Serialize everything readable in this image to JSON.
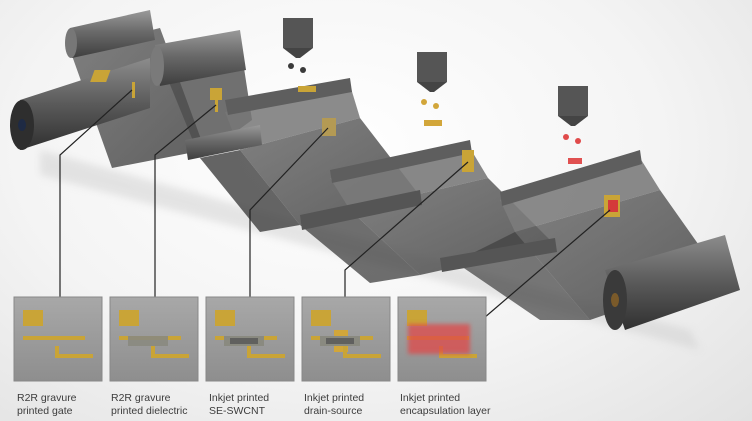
{
  "steps": [
    {
      "line1": "R2R gravure",
      "line2": "printed gate"
    },
    {
      "line1": "R2R gravure",
      "line2": "printed dielectric"
    },
    {
      "line1": "Inkjet printed",
      "line2": "SE-SWCNT"
    },
    {
      "line1": "Inkjet printed",
      "line2": "drain-source"
    },
    {
      "line1": "Inkjet printed",
      "line2": "encapsulation layer"
    }
  ],
  "colors": {
    "film": "#5a5a5a",
    "roller": "#6e6e6e",
    "gold": "#c9a437",
    "dielectric": "#8a8a80",
    "swcnt": "#555555",
    "ink_dark": "#3a3a3a",
    "ink_gold": "#d2a63a",
    "ink_red": "#e04a4a",
    "panel_bg": "#9c9c9c"
  }
}
